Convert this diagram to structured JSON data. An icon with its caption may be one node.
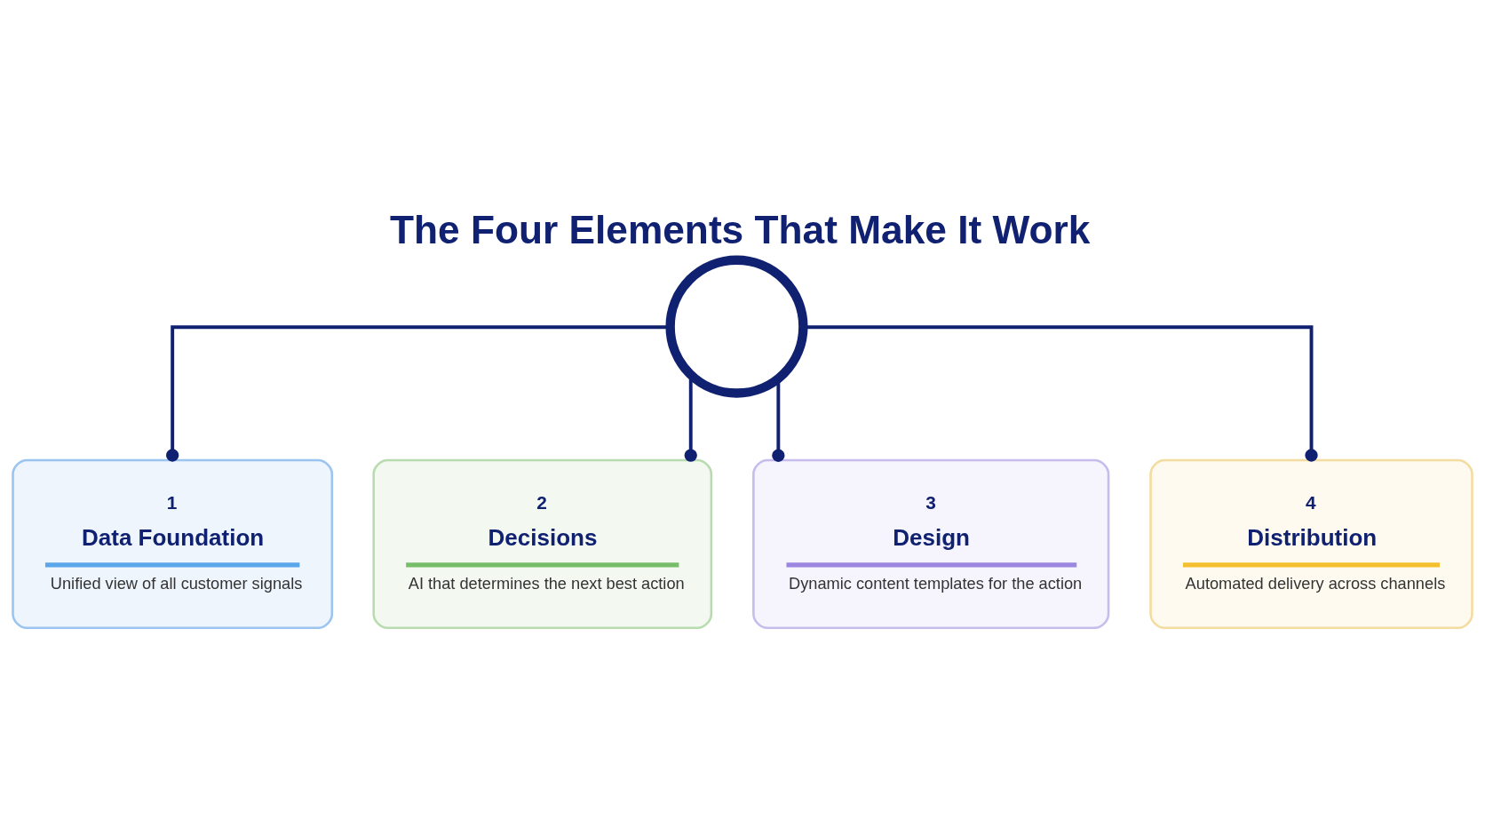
{
  "diagram": {
    "title": "The Four Elements That Make It Work",
    "nodes": [
      {
        "text": [],
        "shape": "circle"
      },
      {
        "text": [
          "1",
          "Data Foundation",
          "Unified view of all customer signals"
        ]
      },
      {
        "text": [
          "2",
          "Decisions",
          "AI that determines the next best action"
        ]
      },
      {
        "text": [
          "3",
          "Design",
          "Dynamic content templates for the action"
        ]
      },
      {
        "text": [
          "4",
          "Distribution",
          "Automated delivery across channels"
        ]
      }
    ],
    "edges": [
      {
        "from": 0,
        "to": 1,
        "arrow": "other"
      },
      {
        "from": 0,
        "to": 2,
        "arrow": "other"
      },
      {
        "from": 0,
        "to": 3,
        "arrow": "other"
      },
      {
        "from": 0,
        "to": 4,
        "arrow": "other"
      }
    ]
  }
}
